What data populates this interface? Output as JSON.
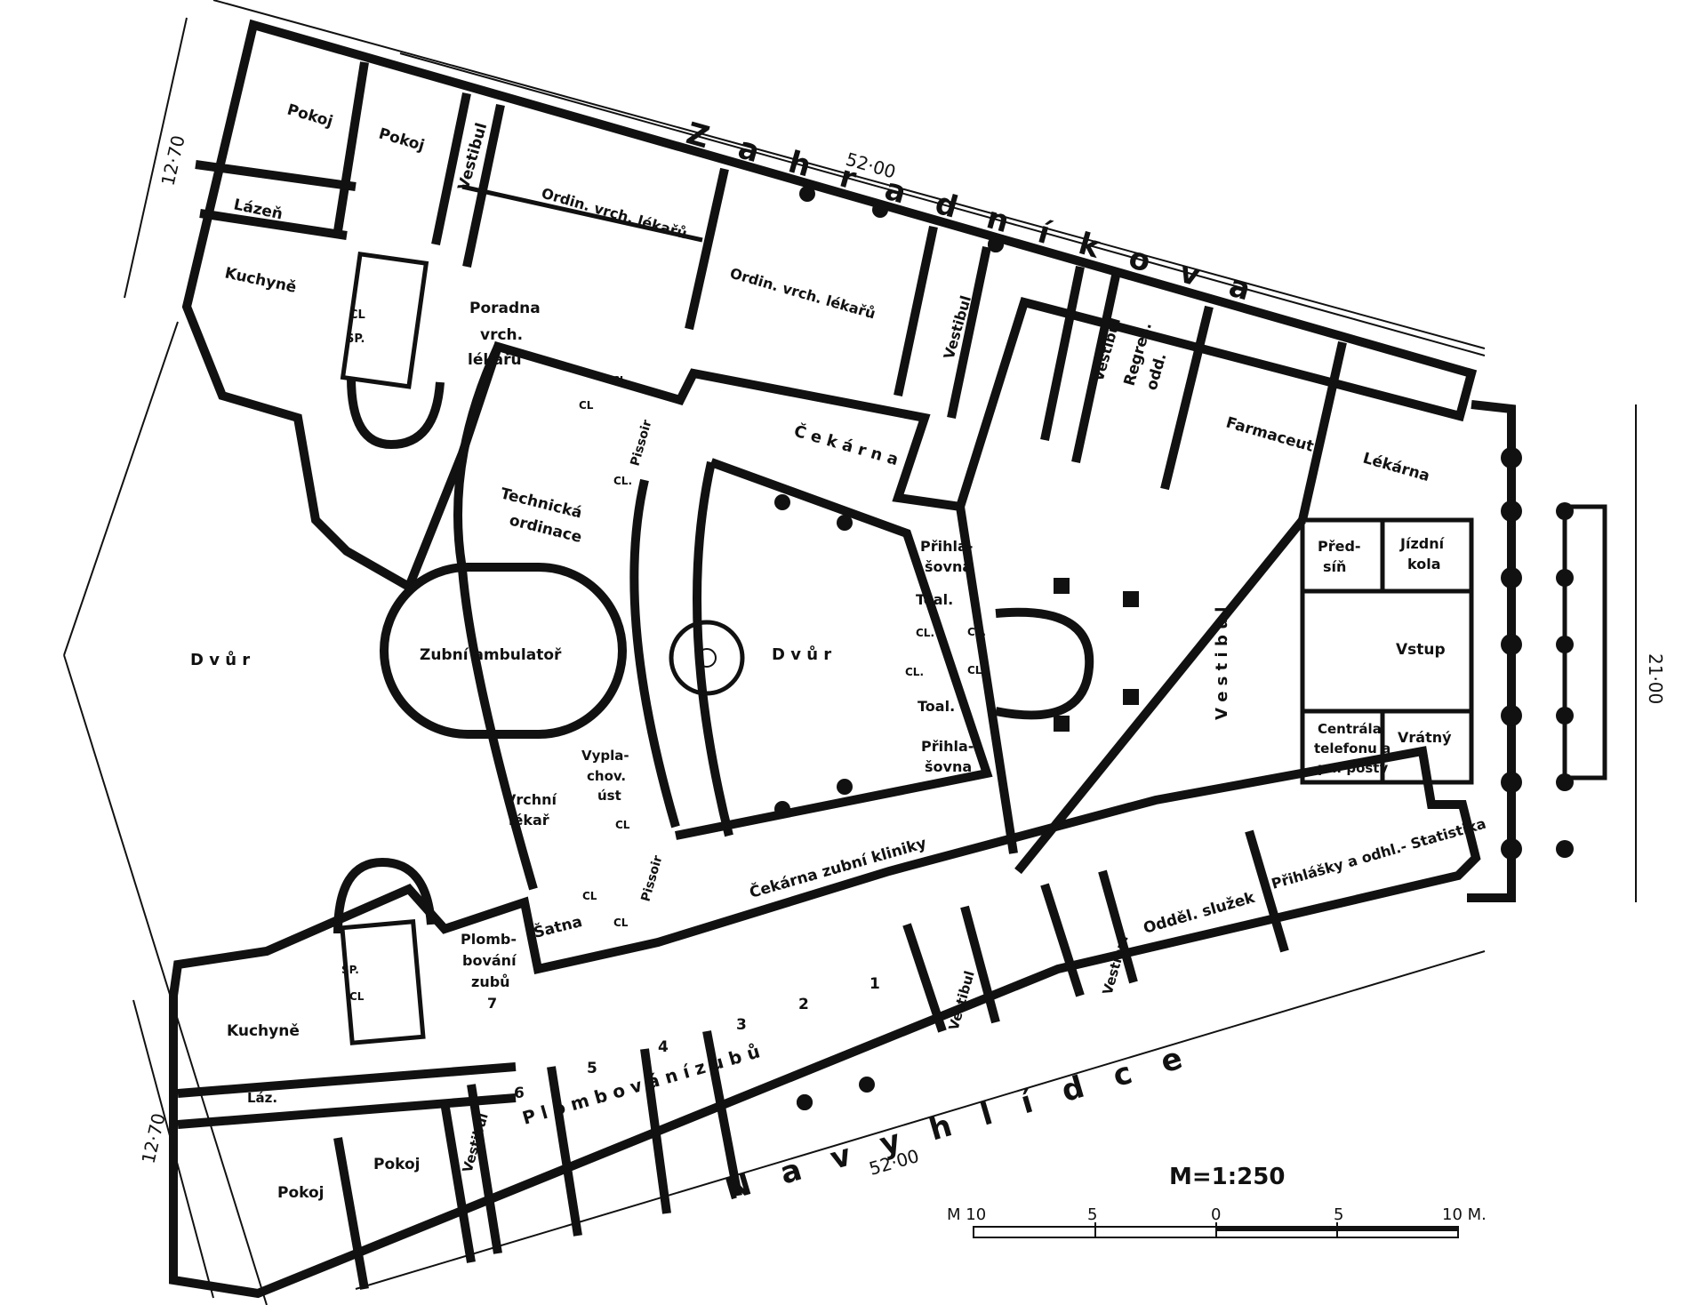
{
  "streets": {
    "north": "Z a h r a d n í k o v a",
    "south": "N a   v y h l í d c e"
  },
  "dimensions": {
    "north_length": "52·00",
    "south_length": "52·00",
    "west_top_width": "12·70",
    "west_bottom_width": "12·70",
    "east_width": "21·00"
  },
  "scale": {
    "title": "M=1:250",
    "ticks": [
      "M 10",
      "5",
      "0",
      "5",
      "10 M."
    ]
  },
  "rooms": {
    "pokoj_nw1": "Pokoj",
    "pokoj_nw2": "Pokoj",
    "vestibul_nw": "Vestibul",
    "ordin_1": "Ordin. vrch. lékařů",
    "ordin_2": "Ordin. vrch. lékařů",
    "lazen_n": "Lázeň",
    "kuchyne_n": "Kuchyně",
    "cl_n1": "CL",
    "sp_n": "SP.",
    "poradna_1": "Poradna",
    "poradna_2": "vrch.",
    "poradna_3": "lékařů",
    "vestibul_n2": "Vestibul",
    "vestibul_n3": "Vestibul",
    "regres_1": "Regres.",
    "regres_2": "odd.",
    "farmaceut": "Farmaceut",
    "lekarna": "Lékárna",
    "cekarna": "Č e k á r n a",
    "cl_a": "CL",
    "cl_b": "CL",
    "pissoir_n": "Pissoir",
    "cl_c": "CL.",
    "technicka_1": "Technická",
    "technicka_2": "ordinace",
    "dvur_west": "D v ů r",
    "zubni_ambulator": "Zubní ambulatoř",
    "dvur_center": "D v ů r",
    "prihlas_n1": "Přihla-",
    "prihlas_n2": "šovna",
    "toal_n": "Toal.",
    "cl_d": "CL.",
    "cl_e": "CL.",
    "cl_f": "CL.",
    "cl_g": "CL.",
    "toal_s": "Toal.",
    "prihlas_s1": "Přihla-",
    "prihlas_s2": "šovna",
    "vestibul_main": "V e s t i b u l",
    "predsin_1": "Před-",
    "predsin_2": "síň",
    "jizdni_1": "Jízdní",
    "jizdni_2": "kola",
    "vstup": "Vstup",
    "centrala_1": "Centrála",
    "centrala_2": "telefonu a",
    "centrala_3": "pn. pošty",
    "vratny": "Vrátný",
    "vrchni_1": "Vrchní",
    "vrchni_2": "lékař",
    "vyplach_1": "Vypla-",
    "vyplach_2": "chov.",
    "vyplach_3": "úst",
    "cl_h": "CL",
    "cl_i": "CL",
    "cl_j": "CL",
    "pissoir_s": "Pissoir",
    "satna": "Šatna",
    "cekarna_zubni": "Čekárna zubní kliniky",
    "oddel_sluzek": "Odděl. služek",
    "prihlasky": "Přihlášky a odhl.- Statistika",
    "vestibul_s2": "Vestibul",
    "vestibul_s3": "Vestibul",
    "plomb7_1": "Plomb-",
    "plomb7_2": "bování",
    "plomb7_3": "zubů",
    "plomb7_4": "7",
    "kuchyne_s": "Kuchyně",
    "sp_s": "SP.",
    "cl_s": "CL",
    "laz_s": "Láz.",
    "pokoj_sw1": "Pokoj",
    "pokoj_sw2": "Pokoj",
    "vestibul_sw": "Vestibul",
    "plomb_row": "P l o m b o v á n í   z u b ů",
    "num6": "6",
    "num5": "5",
    "num4": "4",
    "num3": "3",
    "num2": "2",
    "num1": "1"
  }
}
